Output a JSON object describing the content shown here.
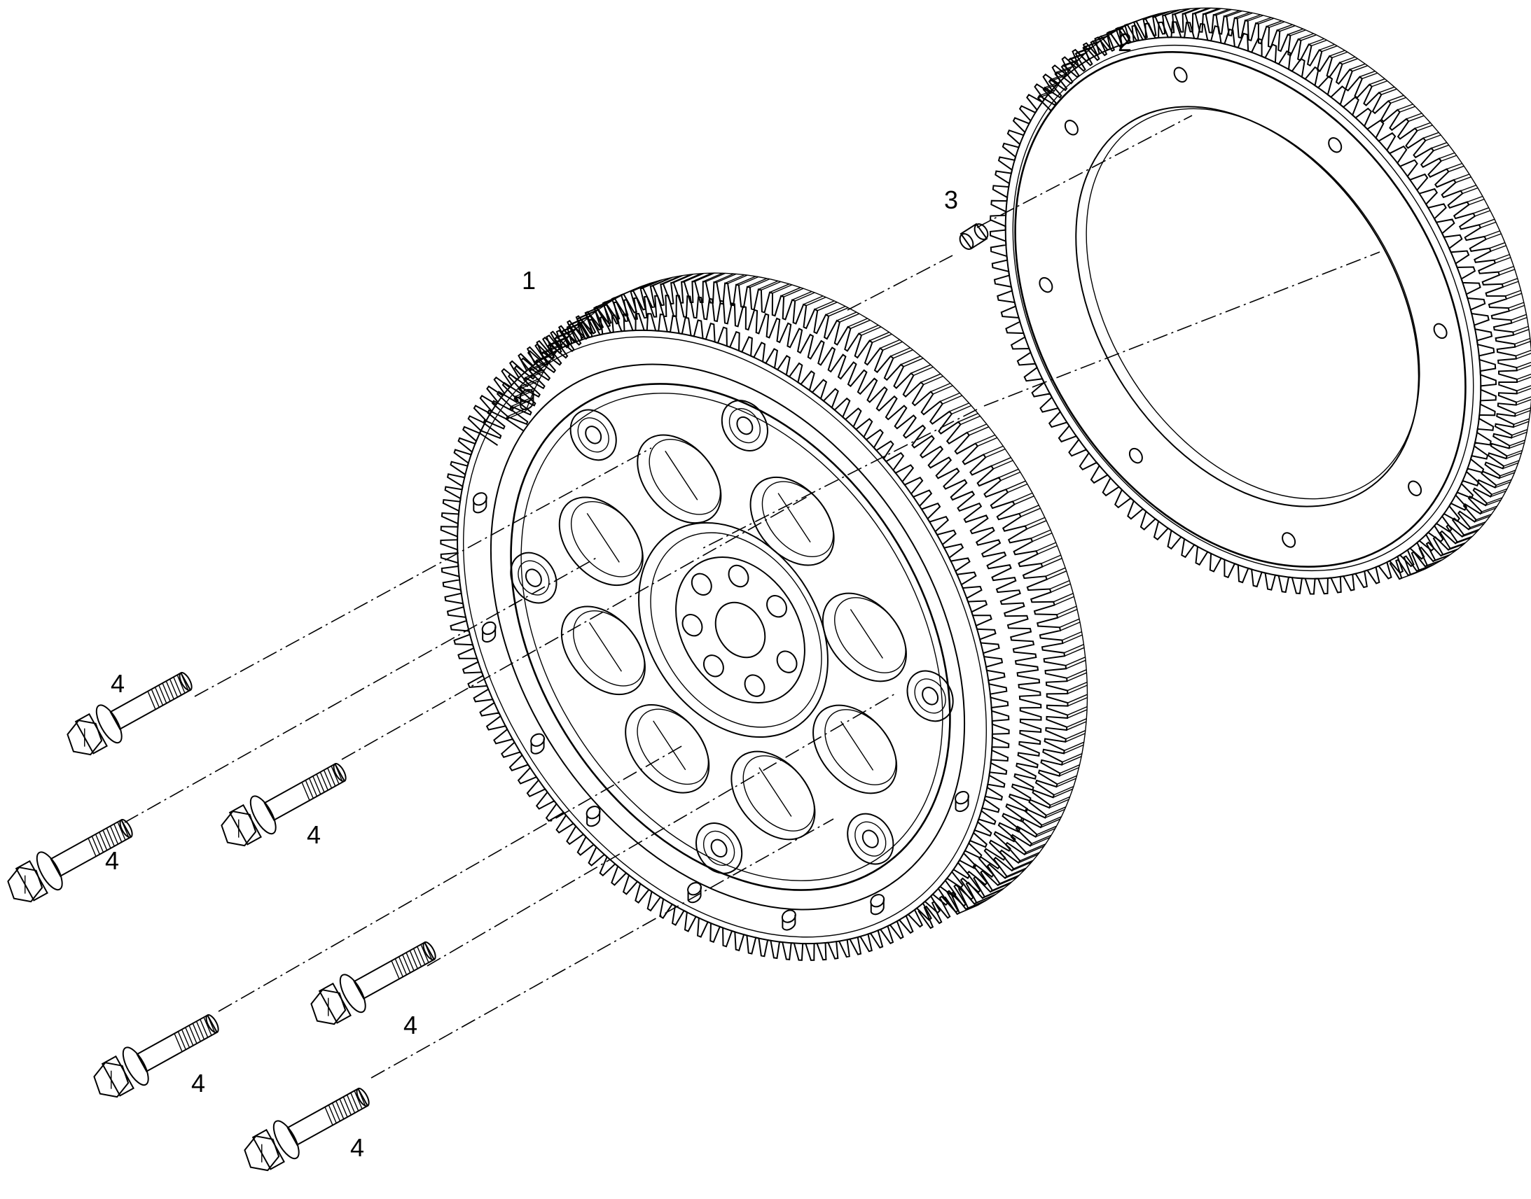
{
  "callouts": {
    "part_1": "1",
    "part_2": "2",
    "part_3": "3",
    "part_4_a": "4",
    "part_4_b": "4",
    "part_4_c": "4",
    "part_4_d": "4",
    "part_4_e": "4",
    "part_4_f": "4"
  },
  "colors": {
    "line": "#000000",
    "background": "#ffffff"
  }
}
